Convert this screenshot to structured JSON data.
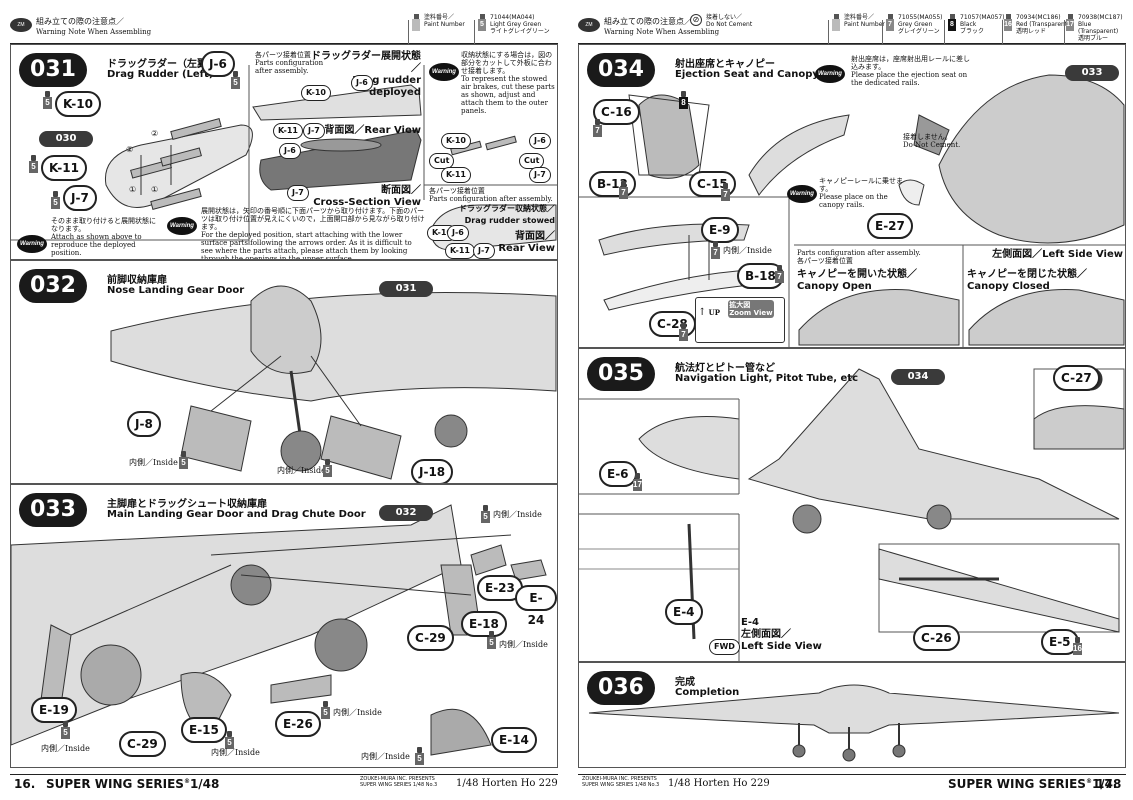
{
  "header": {
    "ja": "組み立ての際の注意点／",
    "en": "Warning Note When Assembling",
    "paint_number_label_ja": "塗料番号／",
    "paint_number_label_en": "Paint Number",
    "do_not_cement_ja": "接着しない／",
    "do_not_cement_en": "Do Not Cement",
    "left_paints": [
      {
        "num": "5",
        "code": "71044(MA044)",
        "en": "Light Grey Green",
        "ja": "ライトグレイグリーン"
      }
    ],
    "right_paints": [
      {
        "num": "7",
        "code": "71055(MA055)",
        "en": "Grey Green",
        "ja": "グレイグリーン"
      },
      {
        "num": "8",
        "code": "71057(MA057)",
        "en": "Black",
        "ja": "ブラック"
      },
      {
        "num": "16",
        "code": "70934(MC186)",
        "en": "Red (Transparent)",
        "ja": "透明レッド"
      },
      {
        "num": "17",
        "code": "70938(MC187)",
        "en": "Blue (Transparent)",
        "ja": "透明ブルー"
      }
    ]
  },
  "s031": {
    "num": "031",
    "ja": "ドラッグラダー（左翼）",
    "en": "Drag Rudder (Left)",
    "ref": "030",
    "parts": [
      "J-6",
      "K-10",
      "K-11",
      "J-7"
    ],
    "circ1": "①",
    "circ2": "②",
    "box1_ja": "各パーツ接着位置",
    "box1_en": "Parts configuration after assembly.",
    "deployed_ja": "ドラッグラダー展開状態／",
    "deployed_en": "Drag rudder deployed",
    "back_ja": "背面図",
    "back_en": "Rear View",
    "slash": "／",
    "cross_ja": "断面図",
    "cross_en": "Cross-Section View",
    "warn_ja": "収納状態にする場合は，図の部分をカットして外板に合わせ接着します。",
    "warn_en": "To represent the stowed air brakes, cut these parts as shown, adjust and attach them to the outer panels.",
    "cut": "Cut",
    "stowed_ja": "ドラッグラダー収納状態／",
    "stowed_en": "Drag rudder stowed",
    "box2_ja": "各パーツ接着位置",
    "box2_en": "Parts configuration after assembly.",
    "warn1_ja": "そのまま取り付けると展開状態になります。",
    "warn1_en": "Attach as shown above to reproduce the deployed position.",
    "warn2_ja": "展開状態は，矢印の番号順に下面パーツから取り付けます。下面のパーツは取り付け位置が見えにくいので，上面開口部から見ながら取り付けます。",
    "warn2_en": "For the deployed position, start attaching with the lower surface parts following the arrows order. As it is difficult to see where the parts attach, please attach them by looking through the openings in the upper surface.",
    "warning": "Warning"
  },
  "s032": {
    "num": "032",
    "ja": "前脚収納庫扉",
    "en": "Nose Landing Gear Door",
    "ref": "031",
    "parts": [
      "J-8",
      "J-18"
    ],
    "inside": "内側／Inside"
  },
  "s033": {
    "num": "033",
    "ja": "主脚扉とドラッグシュート収納庫扉",
    "en": "Main Landing Gear Door and Drag Chute Door",
    "ref": "032",
    "parts": [
      "E-23",
      "E-24",
      "E-18",
      "C-29",
      "E-19",
      "C-29",
      "E-15",
      "E-26",
      "E-14"
    ],
    "inside": "内側／Inside"
  },
  "s034": {
    "num": "034",
    "ja": "射出座席とキャノピー",
    "en": "Ejection Seat and Canopy",
    "ref": "033",
    "parts": [
      "C-16",
      "B-13",
      "C-15",
      "E-9",
      "B-18",
      "C-28",
      "E-27"
    ],
    "inside": "内側／Inside",
    "warn1_ja": "射出座席は，座席射出用レールに差し込みます。",
    "warn1_en": "Please place the ejection seat on the dedicated rails.",
    "nocement_ja": "接着しません。",
    "nocement_en": "Do Not Cement.",
    "warn2_ja": "キャノピーレールに乗せます。",
    "warn2_en": "Please place on the canopy rails.",
    "zoom_ja": "拡大図",
    "zoom_en": "Zoom View",
    "up": "UP",
    "box_en": "Parts configuration after assembly.",
    "box_ja": "各パーツ接着位置",
    "left_side_ja": "左側面図",
    "left_side_en": "Left Side View",
    "open_ja": "キャノピーを開いた状態／",
    "open_en": "Canopy Open",
    "closed_ja": "キャノピーを閉じた状態／",
    "closed_en": "Canopy Closed",
    "warning": "Warning",
    "slash": "／"
  },
  "s035": {
    "num": "035",
    "ja": "航法灯とピトー管など",
    "en": "Navigation Light, Pitot Tube, etc",
    "ref": "034",
    "parts": [
      "C-27",
      "E-6",
      "E-4",
      "C-26",
      "E-5"
    ],
    "e4_label": "E-4",
    "left_ja": "左側面図／",
    "left_en": "Left Side View",
    "fwd": "FWD"
  },
  "s036": {
    "num": "036",
    "ja": "完成",
    "en": "Completion"
  },
  "footer": {
    "left_page": "16.",
    "series": "SUPER WING SERIES",
    "scale": "1/48",
    "right_page": "17.",
    "brand1": "ZOUKEI-MURA INC. PRESENTS",
    "brand2": "SUPER WING SERIES 1/48 No.3",
    "model": "1/48 Horten Ho 229",
    "reg": "®"
  }
}
